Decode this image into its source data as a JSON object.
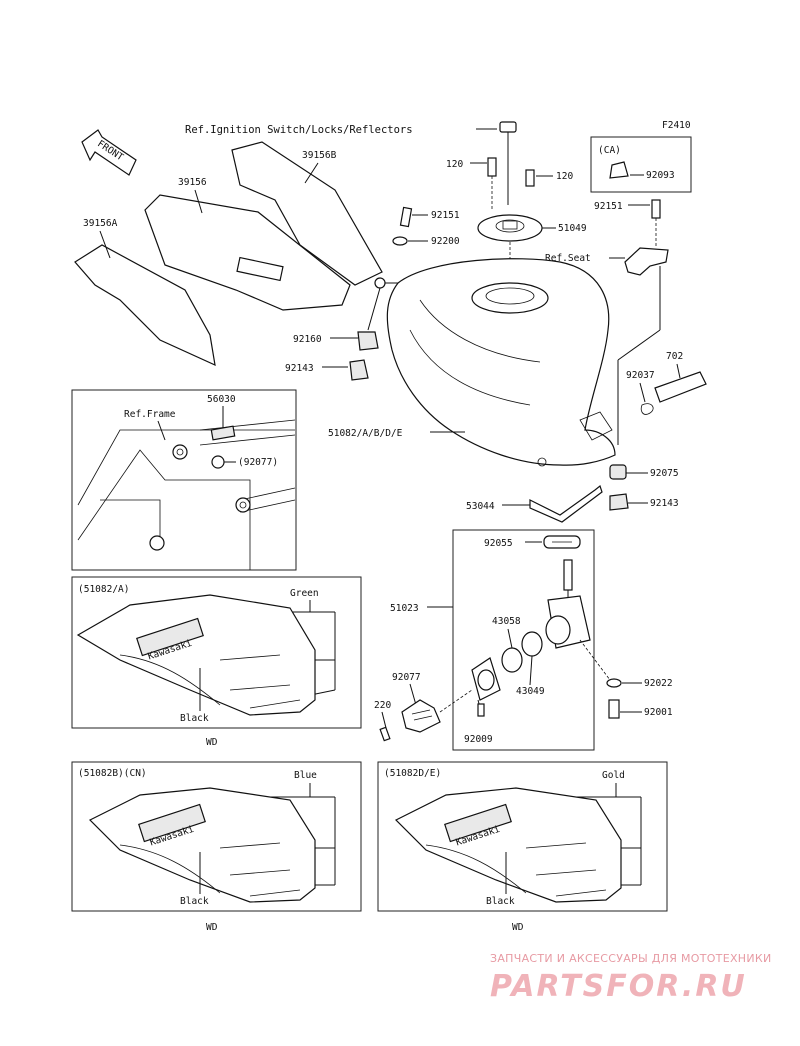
{
  "figure_code": "F2410",
  "refs": {
    "ignition": "Ref.Ignition Switch/Locks/Reflectors",
    "seat": "Ref.Seat",
    "frame": "Ref.Frame"
  },
  "front_label": "FRONT",
  "ca_label": "(CA)",
  "parts": {
    "p39156B": "39156B",
    "p39156": "39156",
    "p39156A": "39156A",
    "p120a": "120",
    "p120b": "120",
    "p92093": "92093",
    "p92151a": "92151",
    "p92151b": "92151",
    "p51049": "51049",
    "p92200": "92200",
    "p92160": "92160",
    "p92143a": "92143",
    "p702": "702",
    "p92037": "92037",
    "p56030": "56030",
    "p92077a": "(92077)",
    "p51082": "51082/A/B/D/E",
    "p92075": "92075",
    "p92143b": "92143",
    "p53044": "53044",
    "p92055": "92055",
    "p51023": "51023",
    "p43058": "43058",
    "p43049": "43049",
    "p92022": "92022",
    "p92077b": "92077",
    "p220": "220",
    "p92009": "92009",
    "p92001": "92001"
  },
  "variants": [
    {
      "code": "(51082/A)",
      "top_color": "Green",
      "bottom_color": "Black",
      "wd": "WD"
    },
    {
      "code": "(51082B)(CN)",
      "top_color": "Blue",
      "bottom_color": "Black",
      "wd": "WD"
    },
    {
      "code": "(51082D/E)",
      "top_color": "Gold",
      "bottom_color": "Black",
      "wd": "WD"
    }
  ],
  "tank_logo": "Kawasaki",
  "watermark": {
    "tagline": "ЗАПЧАСТИ И АКСЕССУАРЫ ДЛЯ МОТОТЕХНИКИ",
    "brand": "PARTSFOR.RU"
  },
  "colors": {
    "line": "#111111",
    "watermark": "#e79aa3"
  }
}
